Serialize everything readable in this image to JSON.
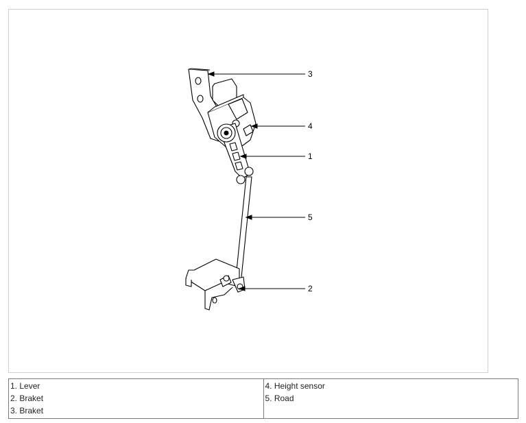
{
  "figure": {
    "callouts": [
      {
        "id": "3",
        "label": "3"
      },
      {
        "id": "4",
        "label": "4"
      },
      {
        "id": "1",
        "label": "1"
      },
      {
        "id": "5",
        "label": "5"
      },
      {
        "id": "2",
        "label": "2"
      }
    ]
  },
  "legend": {
    "left_column": [
      "1. Lever",
      "2. Braket",
      "3. Braket"
    ],
    "right_column": [
      "4. Height sensor",
      "5. Road"
    ]
  }
}
